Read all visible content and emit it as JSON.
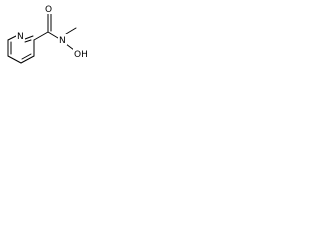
{
  "structure": {
    "atoms": {
      "ring_nitrogen": "N",
      "carbonyl_oxygen": "O",
      "amide_nitrogen": "N",
      "hydroxyl": "OH"
    },
    "colors": {
      "bonds": "#000000",
      "labels": "#000000",
      "background": "#ffffff"
    }
  }
}
